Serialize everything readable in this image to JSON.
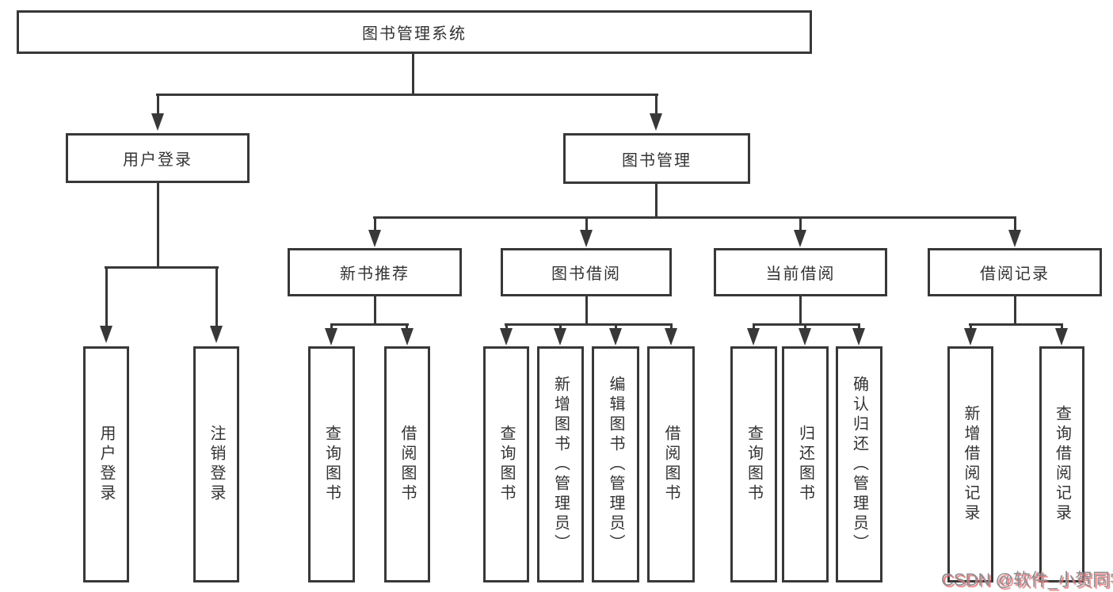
{
  "diagram": {
    "title": "图书管理系统",
    "branches": {
      "user_login": {
        "label": "用户登录",
        "children": [
          "用户登录",
          "注销登录"
        ]
      },
      "book_mgmt": {
        "label": "图书管理",
        "children": {
          "new_book_rec": {
            "label": "新书推荐",
            "children": [
              "查询图书",
              "借阅图书"
            ]
          },
          "book_borrow": {
            "label": "图书借阅",
            "children": [
              "查询图书",
              "新增图书（管理员）",
              "编辑图书（管理员）",
              "借阅图书"
            ]
          },
          "current_borrow": {
            "label": "当前借阅",
            "children": [
              "查询图书",
              "归还图书",
              "确认归还（管理员）"
            ]
          },
          "borrow_record": {
            "label": "借阅记录",
            "children": [
              "新增借阅记录",
              "查询借阅记录"
            ]
          }
        }
      }
    }
  },
  "watermark": {
    "text": "CSDN @软件_小贺同学"
  },
  "colors": {
    "line": "#383838",
    "box_border": "#383838",
    "text": "#333333",
    "background": "#ffffff",
    "watermark_text": "#8d8d93",
    "watermark_shadow": "#e57373"
  }
}
